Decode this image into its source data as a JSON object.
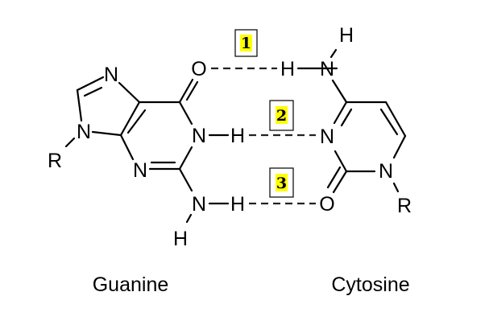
{
  "guanine": {
    "name": "Guanine",
    "atoms": {
      "O6": "O",
      "N7": "N",
      "N9": "N",
      "N3": "N",
      "N1": "N",
      "H1": "H",
      "N2": "N",
      "H2a": "H",
      "H2b": "H",
      "R": "R"
    }
  },
  "cytosine": {
    "name": "Cytosine",
    "atoms": {
      "H4a": "H",
      "N4": "N",
      "H4b": "H",
      "N3": "N",
      "N1": "N",
      "O2": "O",
      "R": "R"
    }
  },
  "hydrogen_bonds": [
    {
      "label": "1"
    },
    {
      "label": "2"
    },
    {
      "label": "3"
    }
  ],
  "colors": {
    "highlight": "#ffff00",
    "ink": "#000000"
  }
}
